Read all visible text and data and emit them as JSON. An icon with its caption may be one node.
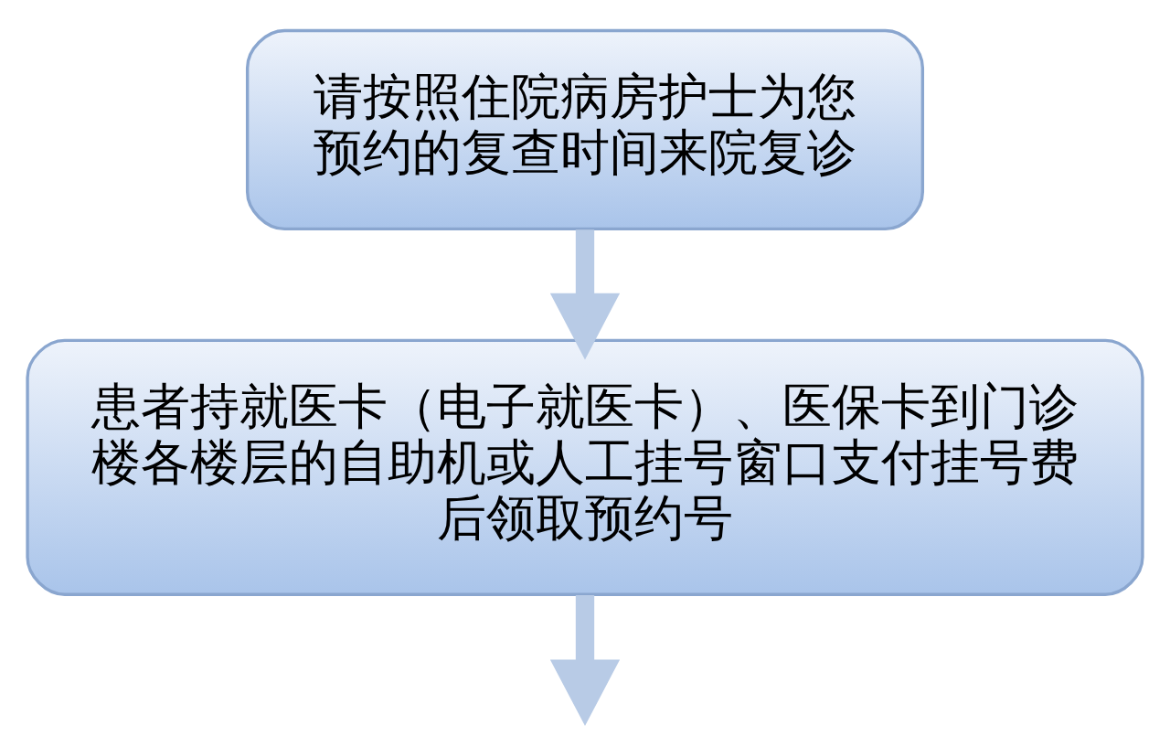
{
  "diagram": {
    "nodes": [
      {
        "text": [
          "请按照住院病房护士为您预约的复查时间来院复诊"
        ]
      },
      {
        "text": [
          "患者持就医卡（电子就医卡）、医保卡到门诊楼各楼层的自助机或人工挂号窗口支付挂号费后领取预约号"
        ]
      }
    ],
    "edges": [
      {
        "from": 0,
        "to": 1,
        "arrow": "to"
      },
      {
        "from": 1,
        "to": null,
        "arrow": "to"
      }
    ]
  }
}
